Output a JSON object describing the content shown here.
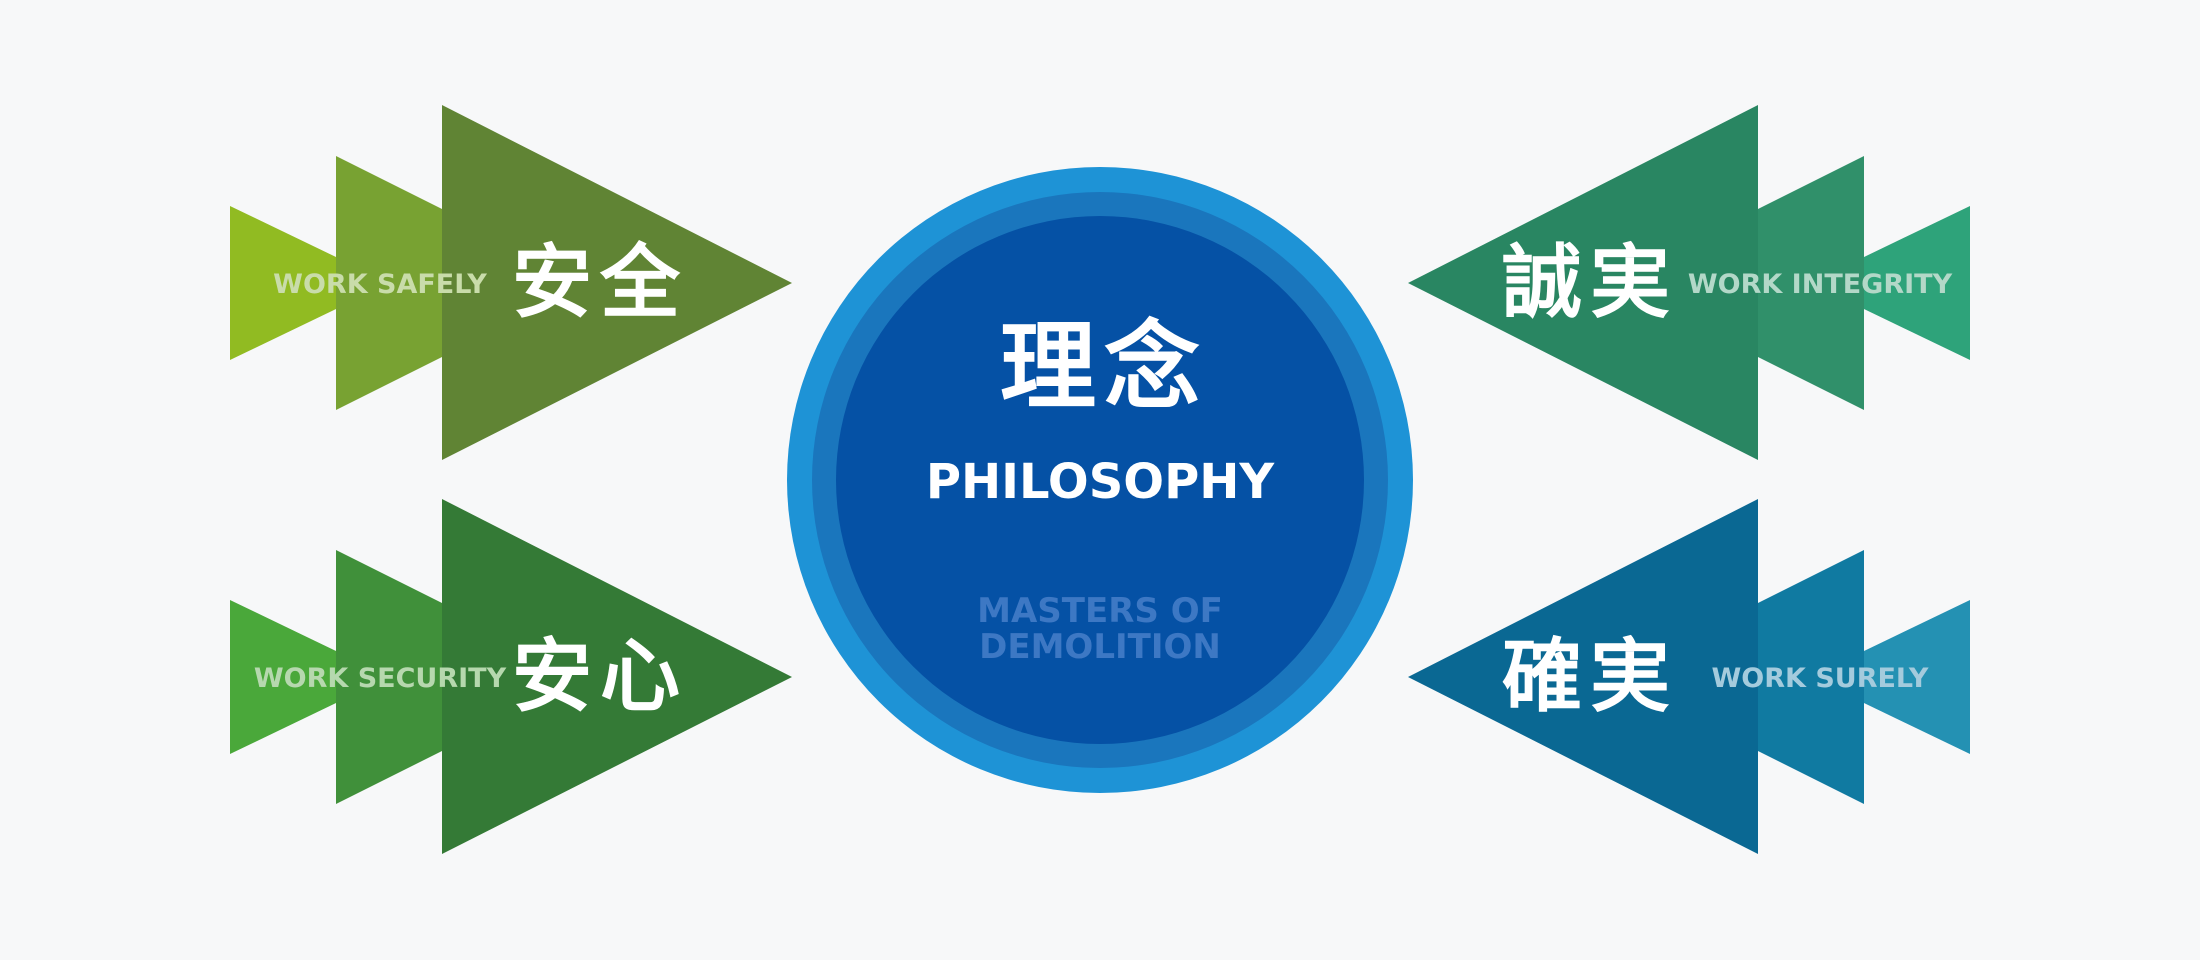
{
  "center": {
    "kanji": "理念",
    "english": "PHILOSOPHY",
    "tagline_line1": "MASTERS OF",
    "tagline_line2": "DEMOLITION",
    "colors": {
      "outer_ring": "#1e93d6",
      "middle_ring": "#1a76bd",
      "core": "#0551a5",
      "tagline": "#3d78c4"
    }
  },
  "values": [
    {
      "id": "safety",
      "kanji": "安全",
      "english": "WORK SAFELY",
      "colors": [
        "#91bb22",
        "#78a232",
        "#608434"
      ],
      "label_color": "#c9dcaa"
    },
    {
      "id": "security",
      "kanji": "安心",
      "english": "WORK SECURITY",
      "colors": [
        "#4aa83a",
        "#40903a",
        "#347a36"
      ],
      "label_color": "#b6d8ae"
    },
    {
      "id": "integrity",
      "kanji": "誠実",
      "english": "WORK INTEGRITY",
      "colors": [
        "#2ea37a",
        "#30906a",
        "#298662"
      ],
      "label_color": "#b3d8c8"
    },
    {
      "id": "surely",
      "kanji": "確実",
      "english": "WORK SURELY",
      "colors": [
        "#2491b3",
        "#107aa1",
        "#0a6893"
      ],
      "label_color": "#a4cbdd"
    }
  ]
}
